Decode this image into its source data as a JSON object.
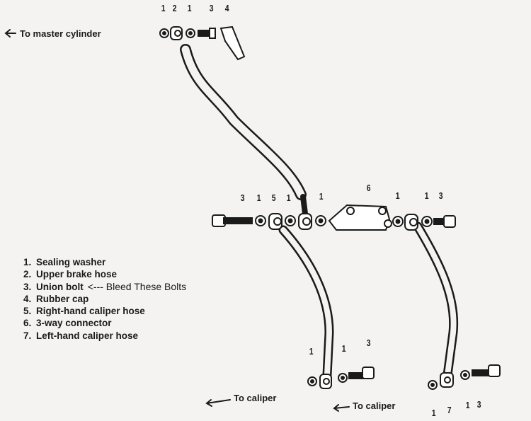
{
  "arrows": {
    "master": "To master cylinder",
    "caliper_left": "To caliper",
    "caliper_right": "To caliper"
  },
  "legend": [
    {
      "num": "1.",
      "label": "Sealing washer"
    },
    {
      "num": "2.",
      "label": "Upper brake hose"
    },
    {
      "num": "3.",
      "label": "Union bolt",
      "note": "<--- Bleed These Bolts"
    },
    {
      "num": "4.",
      "label": "Rubber cap"
    },
    {
      "num": "5.",
      "label": "Right-hand caliper hose"
    },
    {
      "num": "6.",
      "label": "3-way connector"
    },
    {
      "num": "7.",
      "label": "Left-hand caliper hose"
    }
  ],
  "callouts": {
    "top": [
      "1",
      "2",
      "1",
      "3",
      "4"
    ],
    "middle": [
      "3",
      "1",
      "5",
      "1",
      "1",
      "6",
      "1",
      "1",
      "3"
    ],
    "bottom_left": [
      "1",
      "1",
      "3"
    ],
    "bottom_right": [
      "1",
      "7",
      "1",
      "3"
    ]
  }
}
